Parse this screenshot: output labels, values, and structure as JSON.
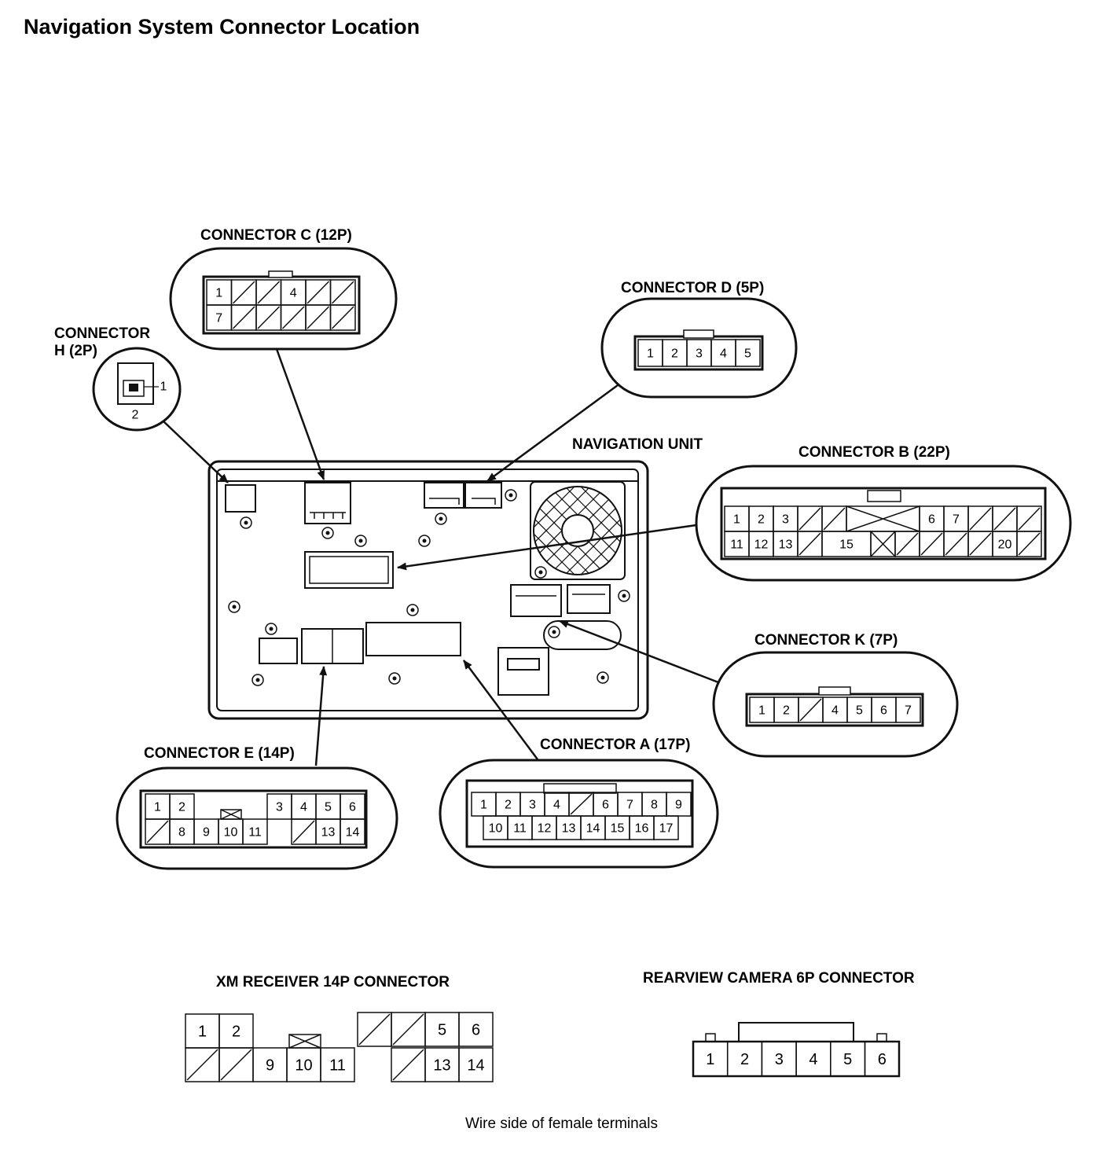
{
  "title": "Navigation System Connector Location",
  "labels": {
    "connector_c": "CONNECTOR C (12P)",
    "connector_d": "CONNECTOR D (5P)",
    "connector_h_line1": "CONNECTOR",
    "connector_h_line2": "H (2P)",
    "navigation_unit": "NAVIGATION UNIT",
    "connector_b": "CONNECTOR B (22P)",
    "connector_k": "CONNECTOR K (7P)",
    "connector_e": "CONNECTOR E (14P)",
    "connector_a": "CONNECTOR A (17P)",
    "xm_receiver": "XM RECEIVER 14P CONNECTOR",
    "rearview_camera": "REARVIEW CAMERA 6P CONNECTOR"
  },
  "footnote": "Wire side of female terminals",
  "connectors": {
    "h": {
      "pins": [
        "1",
        "2"
      ]
    },
    "c": {
      "top": [
        "1",
        "",
        "",
        "4",
        "",
        ""
      ],
      "bottom": [
        "7",
        "",
        "",
        "",
        "",
        ""
      ]
    },
    "d": {
      "pins": [
        "1",
        "2",
        "3",
        "4",
        "5"
      ]
    },
    "b": {
      "top": [
        "1",
        "2",
        "3",
        "",
        "",
        "",
        "",
        "",
        "6",
        "7",
        "",
        "",
        ""
      ],
      "bottom": [
        "11",
        "12",
        "13",
        "",
        "15",
        "",
        "",
        "",
        "",
        "",
        "20",
        ""
      ]
    },
    "k": {
      "pins": [
        "1",
        "2",
        "",
        "4",
        "5",
        "6",
        "7"
      ]
    },
    "e": {
      "top": [
        "1",
        "2",
        "3",
        "4",
        "5",
        "6"
      ],
      "bottom": [
        "",
        "8",
        "9",
        "10",
        "11",
        "",
        "13",
        "14"
      ]
    },
    "a": {
      "top": [
        "1",
        "2",
        "3",
        "4",
        "",
        "6",
        "7",
        "8",
        "9"
      ],
      "bottom": [
        "10",
        "11",
        "12",
        "13",
        "14",
        "15",
        "16",
        "17"
      ]
    },
    "xm": {
      "top": [
        "1",
        "2",
        "",
        "",
        "5",
        "6"
      ],
      "bottom": [
        "",
        "",
        "9",
        "10",
        "11",
        "",
        "13",
        "14"
      ]
    },
    "camera": {
      "pins": [
        "1",
        "2",
        "3",
        "4",
        "5",
        "6"
      ]
    }
  }
}
